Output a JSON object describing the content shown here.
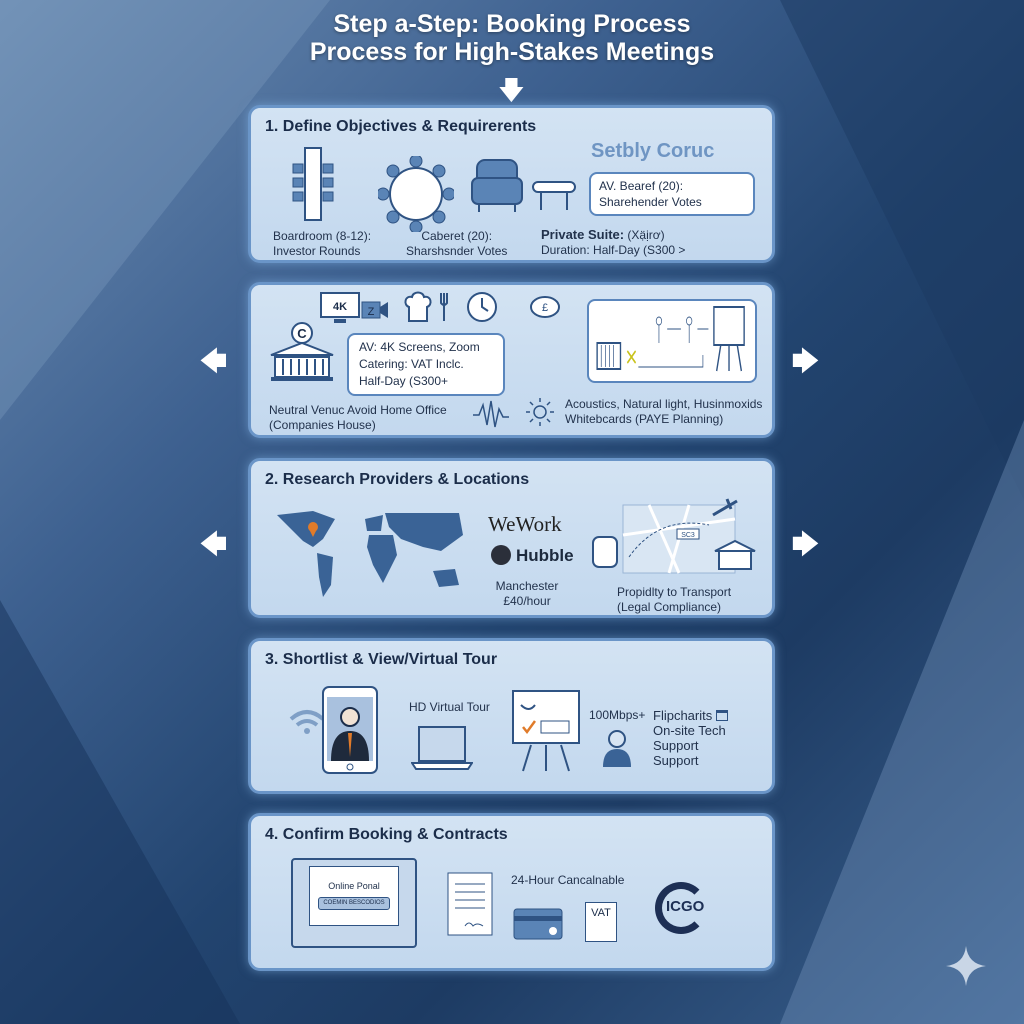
{
  "title": {
    "line1": "Step a-Step: Booking Process",
    "line2": "Process for High-Stakes Meetings"
  },
  "colors": {
    "panel": "#c9dcef",
    "border": "#6a95c8",
    "accent_orange": "#e07b2a",
    "navy": "#1d3b63"
  },
  "step1": {
    "heading": "1. Define Objectives & Requirerents",
    "faded_label": "Setbly Coruc",
    "boardroom": [
      "Boardroom (8-12):",
      "Investor Rounds"
    ],
    "cabaret": [
      "Caberet (20):",
      "Sharshsnder Votes"
    ],
    "box": [
      "AV. Bearef (20):",
      "Sharehender Votes"
    ],
    "suite": {
      "bold": "Private Suite:",
      "rest": " (Xạ̈ịrơ)",
      "line2": "Duration: Half-Day (S300 >"
    }
  },
  "step1b": {
    "monitor_label": "4K",
    "zoom_label": "Z",
    "venue_badge": "C",
    "box": [
      "AV: 4K Screens, Zoom",
      "Catering: VAT Inclc.",
      "Half-Day (S300+"
    ],
    "venue": [
      "Neutral Venuc Avoid Home Office",
      "(Companies House)"
    ],
    "acoustics": [
      "Acoustics, Natural light, Husinmoxids",
      "Whitebcards (PAYE Planning)"
    ],
    "piggy": "£"
  },
  "step2": {
    "heading": "2. Research Providers & Locations",
    "brand1": "WeWork",
    "brand2": "Hubble",
    "city": [
      "Manchester",
      "£40/hour"
    ],
    "map_tag": "SC3",
    "transport": [
      "Propidlty to Transport",
      "(Legal Compliance)"
    ]
  },
  "step3": {
    "heading": "3. Shortlist & View/Virtual Tour",
    "tour": "HD Virtual Tour",
    "speed": "100Mbps+",
    "support": [
      "Flipcharits",
      "On-site Tech Support",
      "Support"
    ]
  },
  "step4": {
    "heading": "4. Confirm Booking & Contracts",
    "portal": "Online Ponal",
    "portal_button": "COEMIN BESCODIOS",
    "cancel": "24-Hour Cancalnable",
    "vat": "VAT",
    "logo": "ICGO"
  }
}
